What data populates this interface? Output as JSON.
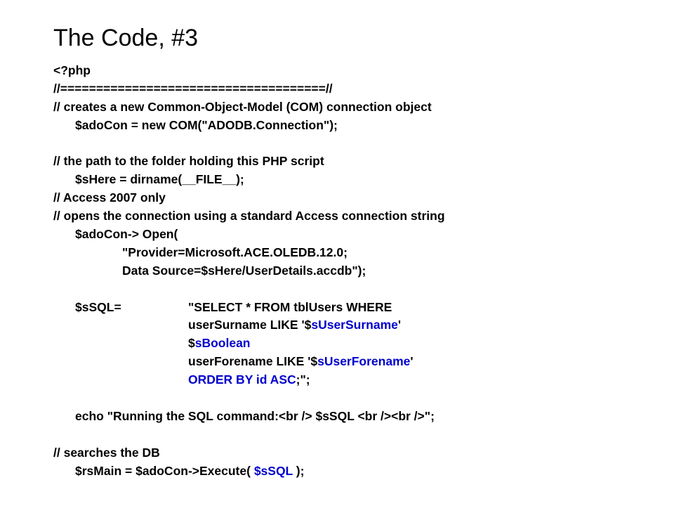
{
  "slide": {
    "title": "The Code, #3",
    "highlight_color": "#0000cc",
    "text_color": "#000000",
    "code": {
      "php_open": "<?php",
      "separator": "//=====================================//",
      "comment_com": "// creates a new Common-Object-Model (COM) connection object",
      "adocon_assign": "$adoCon = new COM(\"ADODB.Connection\");",
      "comment_path": "// the path to the folder holding this PHP script",
      "shere_assign": "$sHere = dirname(__FILE__);",
      "comment_access": "// Access 2007 only",
      "comment_open": "// opens the connection using a standard Access connection string",
      "open_call": "$adoCon-> Open(",
      "provider": "\"Provider=Microsoft.ACE.OLEDB.12.0;",
      "data_source": "Data Source=$sHere/UserDetails.accdb\");",
      "ssql_label": "$sSQL=",
      "sql_select": "\"SELECT * FROM tblUsers WHERE",
      "sql_surname_pre": "userSurname LIKE '$",
      "sql_surname_var": "sUserSurname",
      "sql_surname_post": "'",
      "sql_boolean_pre": "$",
      "sql_boolean_var": "sBoolean",
      "sql_forename_pre": "userForename LIKE '$",
      "sql_forename_var": "sUserForename",
      "sql_forename_post": "'",
      "sql_order": "ORDER BY id ASC",
      "sql_order_end": ";\";",
      "echo_line": "echo \"Running the SQL command:<br /> $sSQL <br /><br />\";",
      "comment_search": "// searches the DB",
      "execute_pre": "$rsMain = $adoCon->Execute( ",
      "execute_var": "$sSQL",
      "execute_post": " );"
    }
  }
}
